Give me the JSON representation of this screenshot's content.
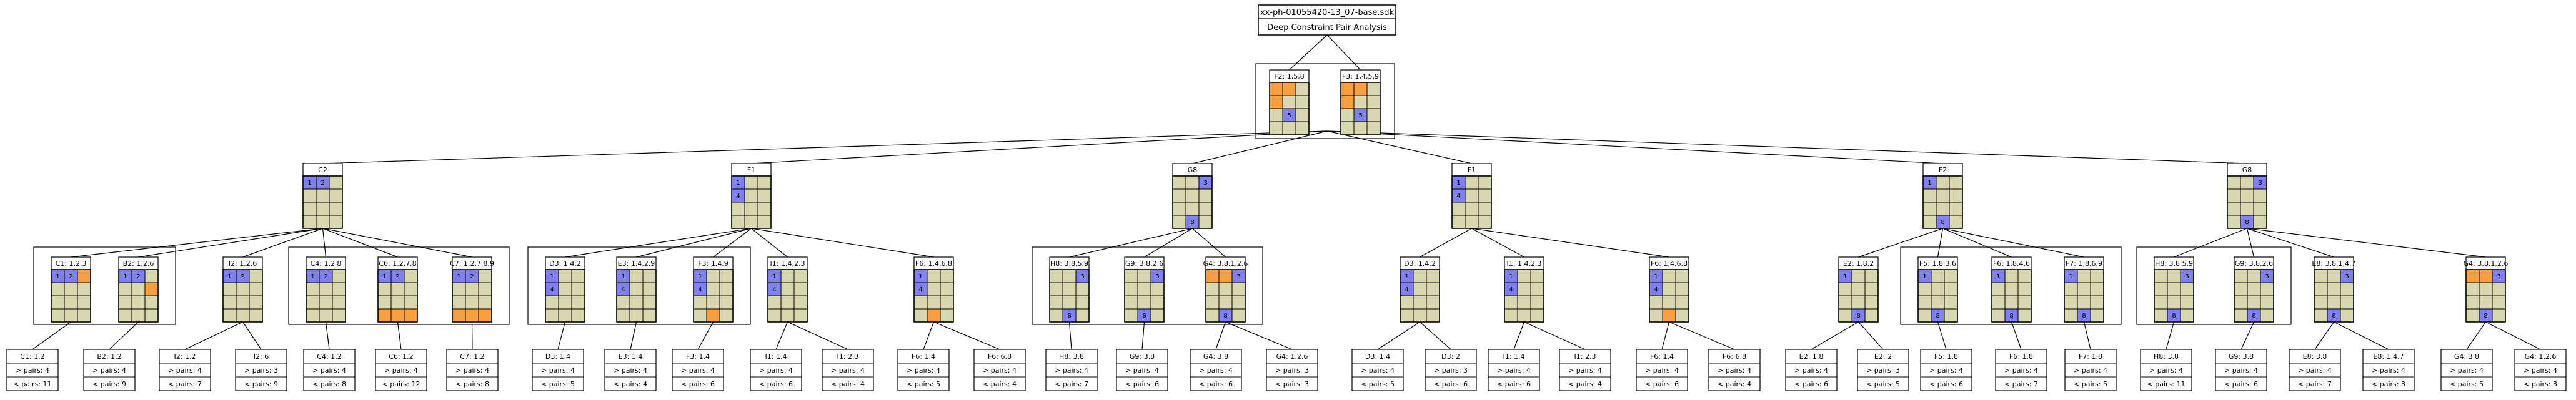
{
  "root": {
    "title": "xx-ph-01055420-13_07-base.sdk",
    "subtitle": "Deep Constraint Pair Analysis"
  },
  "colors": {
    "blue": "#8080f0",
    "orange": "#f8a040",
    "khaki": "#d8d8b0",
    "white": "#ffffff",
    "line": "#000000"
  },
  "level1": [
    {
      "label": "F2: 1,5,8",
      "grid": [
        "oo.",
        "o..",
        ".b5",
        "..."
      ]
    },
    {
      "label": "F3: 1,4,5,9",
      "grid": [
        "oo.",
        "o..",
        ".b5",
        "..."
      ]
    }
  ],
  "level2": [
    {
      "label": "C2",
      "grid": [
        "b1b2.",
        "...",
        "...",
        "..."
      ]
    },
    {
      "label": "F1",
      "grid": [
        "b1..",
        "b4..",
        "...",
        "..."
      ]
    },
    {
      "label": "G8",
      "grid": [
        "..b3",
        "...",
        "...",
        ".b8."
      ]
    },
    {
      "label": "F1",
      "grid": [
        "b1..",
        "b4..",
        "...",
        "..."
      ]
    },
    {
      "label": "F2",
      "grid": [
        "b1..",
        "...",
        "...",
        ".b8."
      ]
    },
    {
      "label": "G8",
      "grid": [
        "..b3",
        "...",
        "...",
        ".b8."
      ]
    }
  ],
  "level3_groups": [
    [
      {
        "label": "C1: 1,2,3",
        "grid": [
          "b1b2o",
          "...",
          "...",
          "..."
        ]
      },
      {
        "label": "B2: 1,2,6",
        "grid": [
          "b1b2.",
          "..o",
          "...",
          "..."
        ]
      }
    ],
    [
      {
        "label": "I2: 1,2,6",
        "grid": [
          "b1b2.",
          "...",
          "...",
          "..."
        ]
      }
    ],
    [
      {
        "label": "C4: 1,2,8",
        "grid": [
          "b1b2.",
          "...",
          "...",
          "..."
        ]
      },
      {
        "label": "C6: 1,2,7,8",
        "grid": [
          "b1b2.",
          "...",
          "...",
          "ooo"
        ]
      },
      {
        "label": "C7: 1,2,7,8,9",
        "grid": [
          "b1b2.",
          "...",
          "...",
          "ooo"
        ]
      }
    ],
    [
      {
        "label": "D3: 1,4,2",
        "grid": [
          "b1..",
          "b4..",
          "...",
          "..."
        ]
      },
      {
        "label": "E3: 1,4,2,9",
        "grid": [
          "b1..",
          "b4..",
          "...",
          "..."
        ]
      },
      {
        "label": "F3: 1,4,9",
        "grid": [
          "b1..",
          "b4..",
          "...",
          ".o."
        ]
      }
    ],
    [
      {
        "label": "I1: 1,4,2,3",
        "grid": [
          "b1..",
          "b4..",
          "...",
          "..."
        ]
      }
    ],
    [
      {
        "label": "F6: 1,4,6,8",
        "grid": [
          "b1..",
          "b4..",
          "...",
          ".o."
        ]
      }
    ],
    [
      {
        "label": "H8: 3,8,5,9",
        "grid": [
          "..b3",
          "...",
          "...",
          ".b8."
        ]
      },
      {
        "label": "G9: 3,8,2,6",
        "grid": [
          "..b3",
          "...",
          "...",
          ".b8."
        ]
      },
      {
        "label": "G4: 3,8,1,2,6",
        "grid": [
          "oob3",
          "...",
          "...",
          ".b8."
        ]
      }
    ],
    [
      {
        "label": "D3: 1,4,2",
        "grid": [
          "b1..",
          "b4..",
          "...",
          "..."
        ]
      }
    ],
    [
      {
        "label": "I1: 1,4,2,3",
        "grid": [
          "b1..",
          "b4..",
          "...",
          "..."
        ]
      }
    ],
    [
      {
        "label": "F6: 1,4,6,8",
        "grid": [
          "b1..",
          "b4..",
          "...",
          ".o."
        ]
      }
    ],
    [
      {
        "label": "E2: 1,8,2",
        "grid": [
          "b1..",
          "...",
          "...",
          ".b8."
        ]
      }
    ],
    [
      {
        "label": "F5: 1,8,3,6",
        "grid": [
          "b1..",
          "...",
          "...",
          ".b8."
        ]
      },
      {
        "label": "F6: 1,8,4,6",
        "grid": [
          "b1..",
          "...",
          "...",
          ".b8."
        ]
      },
      {
        "label": "F7: 1,8,6,9",
        "grid": [
          "b1..",
          "...",
          "...",
          ".b8."
        ]
      }
    ],
    [
      {
        "label": "H8: 3,8,5,9",
        "grid": [
          "..b3",
          "...",
          "...",
          ".b8."
        ]
      },
      {
        "label": "G9: 3,8,2,6",
        "grid": [
          "..b3",
          "...",
          "...",
          ".b8."
        ]
      }
    ],
    [
      {
        "label": "E8: 3,8,1,4,7",
        "grid": [
          "..b3",
          "...",
          "...",
          ".b8."
        ]
      }
    ],
    [
      {
        "label": "G4: 3,8,1,2,6",
        "grid": [
          "oob3",
          "...",
          "...",
          ".b8."
        ]
      }
    ]
  ],
  "leaves": [
    {
      "title": "C1: 1,2",
      "l1": "> pairs: 4",
      "l2": "< pairs: 11"
    },
    {
      "title": "B2: 1,2",
      "l1": "> pairs: 4",
      "l2": "< pairs: 9"
    },
    {
      "title": "I2: 1,2",
      "l1": "> pairs: 4",
      "l2": "< pairs: 7"
    },
    {
      "title": "I2: 6",
      "l1": "> pairs: 3",
      "l2": "< pairs: 9"
    },
    {
      "title": "C4: 1,2",
      "l1": "> pairs: 4",
      "l2": "< pairs: 8"
    },
    {
      "title": "C6: 1,2",
      "l1": "> pairs: 4",
      "l2": "< pairs: 12"
    },
    {
      "title": "C7: 1,2",
      "l1": "> pairs: 4",
      "l2": "< pairs: 8"
    },
    {
      "title": "D3: 1,4",
      "l1": "> pairs: 4",
      "l2": "< pairs: 5"
    },
    {
      "title": "E3: 1,4",
      "l1": "> pairs: 4",
      "l2": "< pairs: 4"
    },
    {
      "title": "F3: 1,4",
      "l1": "> pairs: 4",
      "l2": "< pairs: 6"
    },
    {
      "title": "I1: 1,4",
      "l1": "> pairs: 4",
      "l2": "< pairs: 6"
    },
    {
      "title": "I1: 2,3",
      "l1": "> pairs: 4",
      "l2": "< pairs: 4"
    },
    {
      "title": "F6: 1,4",
      "l1": "> pairs: 4",
      "l2": "< pairs: 5"
    },
    {
      "title": "F6: 6,8",
      "l1": "> pairs: 4",
      "l2": "< pairs: 4"
    },
    {
      "title": "H8: 3,8",
      "l1": "> pairs: 4",
      "l2": "< pairs: 7"
    },
    {
      "title": "G9: 3,8",
      "l1": "> pairs: 4",
      "l2": "< pairs: 6"
    },
    {
      "title": "G4: 3,8",
      "l1": "> pairs: 4",
      "l2": "< pairs: 6"
    },
    {
      "title": "G4: 1,2,6",
      "l1": "> pairs: 3",
      "l2": "< pairs: 3"
    },
    {
      "title": "D3: 1,4",
      "l1": "> pairs: 4",
      "l2": "< pairs: 5"
    },
    {
      "title": "D3: 2",
      "l1": "> pairs: 3",
      "l2": "< pairs: 6"
    },
    {
      "title": "I1: 1,4",
      "l1": "> pairs: 4",
      "l2": "< pairs: 6"
    },
    {
      "title": "I1: 2,3",
      "l1": "> pairs: 4",
      "l2": "< pairs: 4"
    },
    {
      "title": "F6: 1,4",
      "l1": "> pairs: 4",
      "l2": "< pairs: 6"
    },
    {
      "title": "F6: 6,8",
      "l1": "> pairs: 4",
      "l2": "< pairs: 4"
    },
    {
      "title": "E2: 1,8",
      "l1": "> pairs: 4",
      "l2": "< pairs: 6"
    },
    {
      "title": "E2: 2",
      "l1": "> pairs: 3",
      "l2": "< pairs: 5"
    },
    {
      "title": "F5: 1,8",
      "l1": "> pairs: 4",
      "l2": "< pairs: 6"
    },
    {
      "title": "F6: 1,8",
      "l1": "> pairs: 4",
      "l2": "< pairs: 7"
    },
    {
      "title": "F7: 1,8",
      "l1": "> pairs: 4",
      "l2": "< pairs: 5"
    },
    {
      "title": "H8: 3,8",
      "l1": "> pairs: 4",
      "l2": "< pairs: 11"
    },
    {
      "title": "G9: 3,8",
      "l1": "> pairs: 4",
      "l2": "< pairs: 6"
    },
    {
      "title": "E8: 3,8",
      "l1": "> pairs: 4",
      "l2": "< pairs: 7"
    },
    {
      "title": "E8: 1,4,7",
      "l1": "> pairs: 4",
      "l2": "< pairs: 3"
    },
    {
      "title": "G4: 3,8",
      "l1": "> pairs: 4",
      "l2": "< pairs: 5"
    },
    {
      "title": "G4: 1,2,6",
      "l1": "> pairs: 4",
      "l2": "< pairs: 3"
    }
  ]
}
